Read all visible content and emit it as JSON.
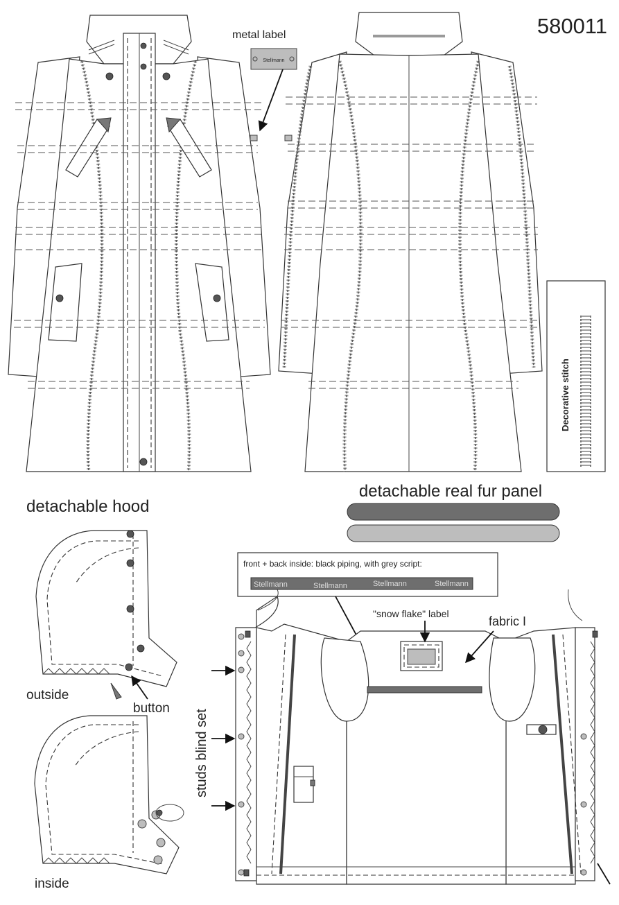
{
  "style_number": "580011",
  "labels": {
    "metal_label": "metal label",
    "metal_label_text": "Stellmann",
    "decorative_stitch": "Decorative stitch",
    "detachable_fur": "detachable real fur panel",
    "detachable_hood": "detachable hood",
    "hood_outside": "outside",
    "hood_button": "button",
    "hood_inside": "inside",
    "studs": "studs blind set",
    "piping_note": "front + back inside: black piping, with grey script:",
    "script_words": [
      "Stellmann",
      "Stellmann",
      "Stellmann",
      "Stellmann"
    ],
    "snow_flake": "\"snow flake\" label",
    "fabric": "fabric I"
  },
  "colors": {
    "fur_dark": "#6e6e6e",
    "fur_light": "#bdbdbd",
    "piping": "#444444",
    "label_grey": "#bdbdbd"
  }
}
